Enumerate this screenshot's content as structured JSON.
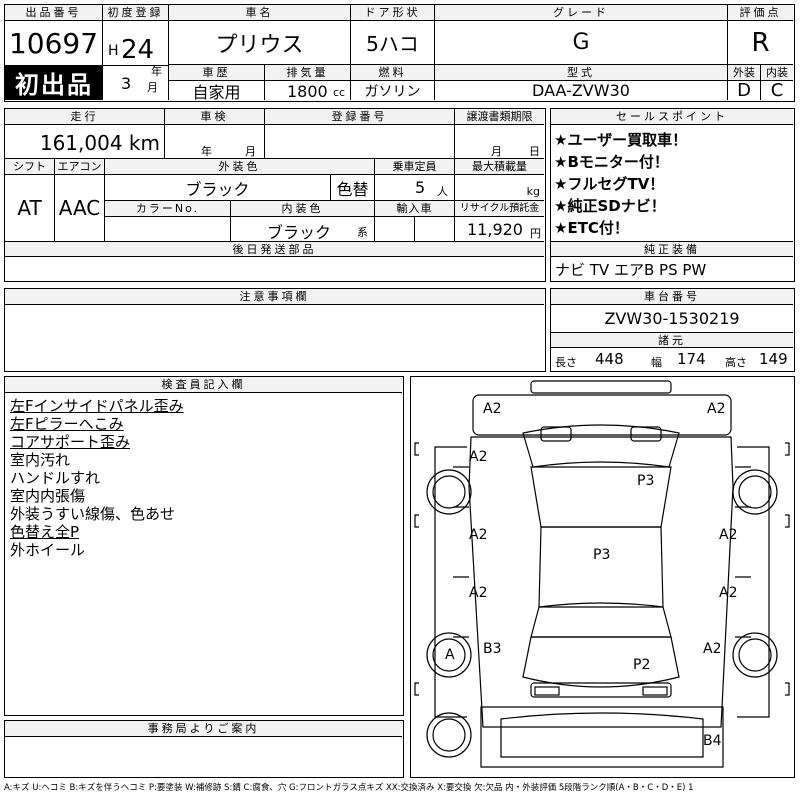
{
  "labels": {
    "lot_no": "出品番号",
    "first_reg": "初度登録",
    "car_name": "車名",
    "door": "ドア形状",
    "grade": "グレード",
    "score": "評価点",
    "era": "H",
    "year_unit": "年",
    "month_unit": "月",
    "history": "車歴",
    "displacement": "排気量",
    "fuel": "燃料",
    "model_code": "型式",
    "exterior": "外装",
    "interior": "内装",
    "first_listing": "初出品",
    "mileage": "走行",
    "inspection": "車検",
    "reg_no": "登録番号",
    "transfer_date": "譲渡書類期限",
    "sales_points": "セールスポイント",
    "shift": "シフト",
    "aircon": "エアコン",
    "ext_color": "外装色",
    "capacity": "乗車定員",
    "max_load": "最大積載量",
    "color_no": "カラーNo.",
    "int_color": "内装色",
    "import": "輸入車",
    "recycle": "リサイクル預託金",
    "later_parts": "後日発送部品",
    "genuine_equipment": "純正装備",
    "notes": "注意事項欄",
    "chassis_no": "車台番号",
    "specs": "諸元",
    "inspector_notes": "検査員記入欄",
    "office_notes": "事務局よりご案内",
    "y": "年",
    "m": "月",
    "d": "日",
    "persons": "人",
    "kg": "kg",
    "yen": "円",
    "cc": "cc",
    "kei": "系",
    "len": "長さ",
    "wid": "幅",
    "hei": "高さ"
  },
  "values": {
    "lot_no": "10697",
    "year": "24",
    "month": "3",
    "car_name": "プリウス",
    "door": "5ハコ",
    "grade": "G",
    "score": "R",
    "history": "自家用",
    "displacement": "1800",
    "fuel": "ガソリン",
    "model_code": "DAA-ZVW30",
    "ext_score": "D",
    "int_score": "C",
    "mileage": "161,004 km",
    "shift": "AT",
    "aircon": "AAC",
    "ext_color": "ブラック",
    "color_changed": "色替",
    "capacity": "5",
    "int_color": "ブラック",
    "recycle": "11,920",
    "equipment": "ナビ TV エアB PS PW",
    "chassis_no": "ZVW30-1530219",
    "length": "448",
    "width": "174",
    "height": "149"
  },
  "sales_points": [
    "★ユーザー買取車！",
    "★Bモニター付！",
    "★フルセグTV！",
    "★純正SDナビ！",
    "★ETC付！"
  ],
  "inspector_notes": [
    {
      "text": "左Fインサイドパネル歪み",
      "u": true
    },
    {
      "text": "左Fピラーへこみ",
      "u": true
    },
    {
      "text": "コアサポート歪み",
      "u": true
    },
    {
      "text": "室内汚れ",
      "u": false
    },
    {
      "text": "ハンドルすれ",
      "u": false
    },
    {
      "text": "室内内張傷",
      "u": false
    },
    {
      "text": "外装うすい線傷、色あせ",
      "u": false
    },
    {
      "text": "色替え全P",
      "u": true
    },
    {
      "text": "外ホイール",
      "u": false
    }
  ],
  "damage_marks": [
    "A2",
    "A2",
    "A2",
    "P3",
    "A2",
    "A2",
    "P3",
    "A2",
    "A2",
    "A",
    "B3",
    "A2",
    "P2",
    "B4"
  ],
  "legend": "A:キズ U:ヘコミ B:キズを伴うヘコミ P:要塗装 W:補修跡 S:錆 C:腐食、穴 G:フロントガラス点キズ XX:交換済み X:要交換 欠:欠品 内・外装評価 5段階ランク順(A・B・C・D・E) 1"
}
